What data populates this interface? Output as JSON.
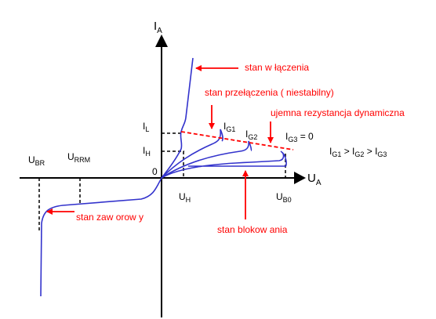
{
  "colors": {
    "axis": "#000000",
    "curve": "#3333cc",
    "annotation": "#ff0000",
    "dashed": "#000000"
  },
  "axes": {
    "y": {
      "main": "I",
      "sub": "A"
    },
    "x": {
      "main": "U",
      "sub": "A"
    },
    "origin": "0"
  },
  "labels": {
    "IL": {
      "main": "I",
      "sub": "L"
    },
    "IH": {
      "main": "I",
      "sub": "H"
    },
    "UBR": {
      "main": "U",
      "sub": "BR"
    },
    "URRM": {
      "main": "U",
      "sub": "RRM"
    },
    "UH": {
      "main": "U",
      "sub": "H"
    },
    "UB0": {
      "main": "U",
      "sub": "B0"
    },
    "IG1": {
      "main": "I",
      "sub": "G1"
    },
    "IG2": {
      "main": "I",
      "sub": "G2"
    },
    "IG3": {
      "main": "I",
      "sub": "G3",
      "suffix": " = 0"
    },
    "relation": {
      "p1": "I",
      "s1": "G1",
      "op1": " > I",
      "s2": "G2",
      "op2": " > I",
      "s3": "G3"
    }
  },
  "annotations": {
    "on_state": "stan w łączenia",
    "switching": "stan przełączenia ( niestabilny)",
    "negative_resistance": "ujemna rezystancja dynamiczna",
    "reverse": "stan zaw orow y",
    "blocking": "stan blokow ania"
  }
}
